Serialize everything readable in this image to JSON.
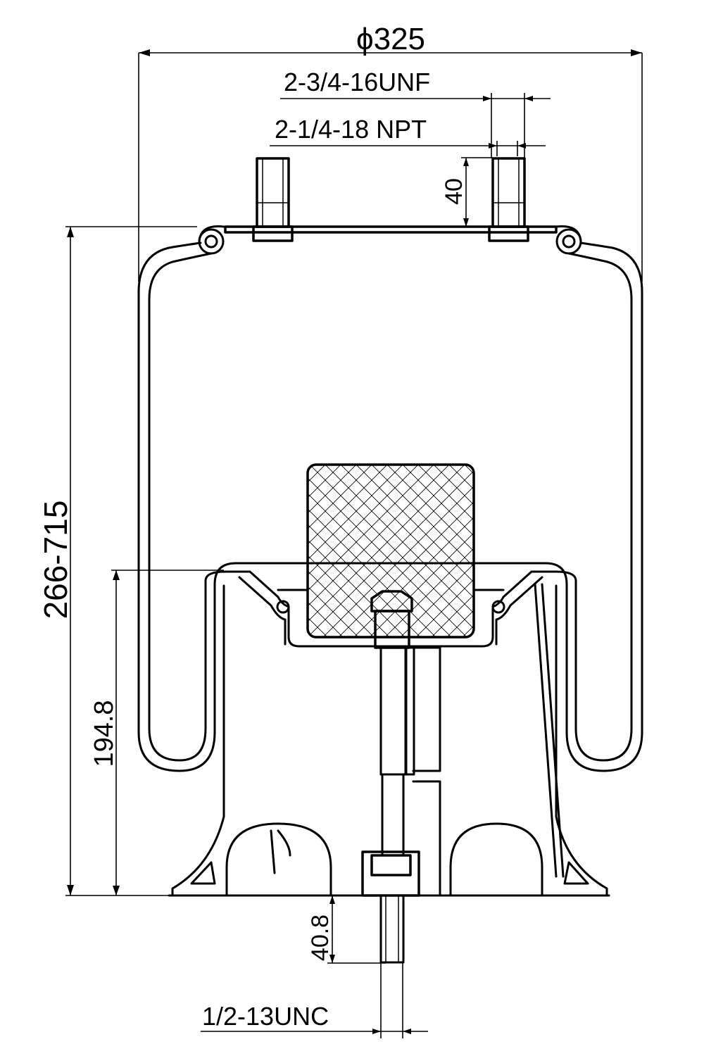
{
  "drawing": {
    "dimensions": {
      "diameter": "ϕ325",
      "thread_unf": "2-3/4-16UNF",
      "thread_npt": "2-1/4-18 NPT",
      "stud_height": "40",
      "height_range": "266-715",
      "piston_height": "194.8",
      "bolt_length": "40.8",
      "thread_unc": "1/2-13UNC"
    }
  }
}
